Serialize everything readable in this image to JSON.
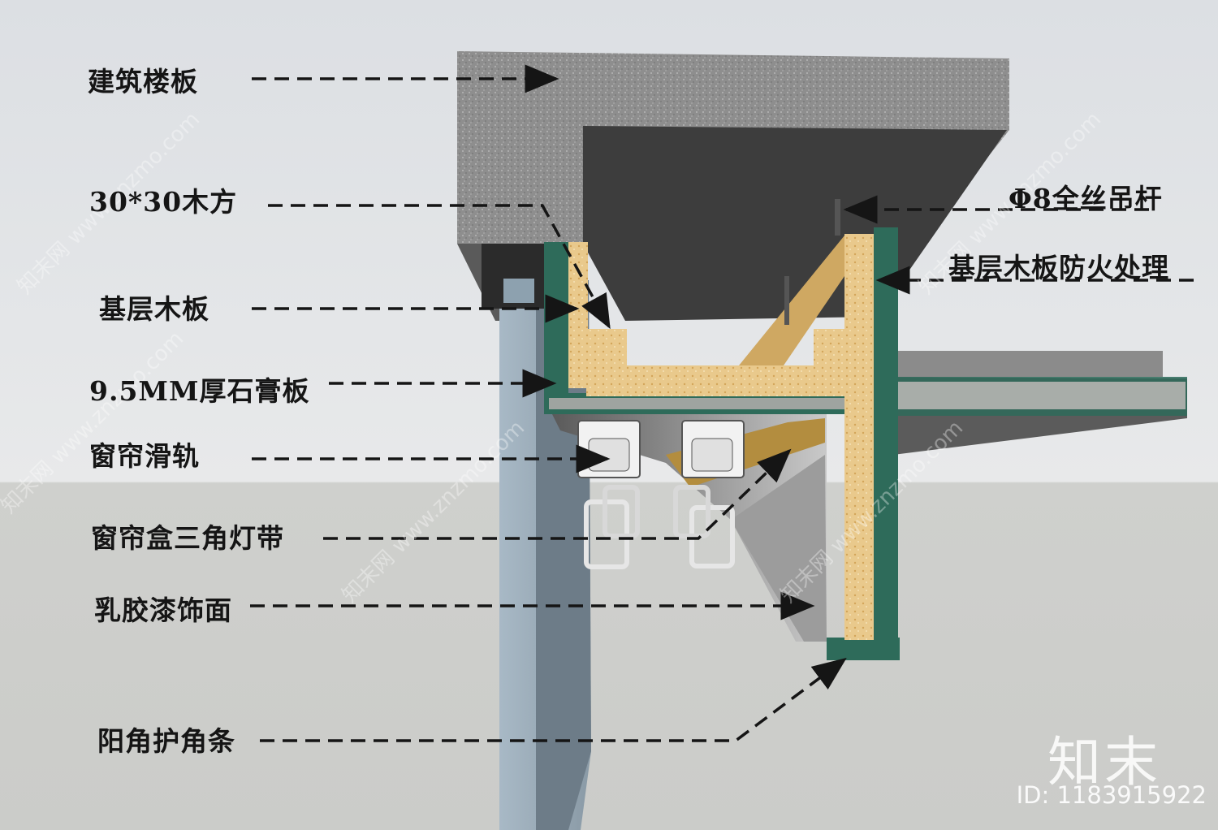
{
  "labels": {
    "floor_slab": "建筑楼板",
    "timber": "30*30木方",
    "base_board": "基层木板",
    "gypsum": "9.5MM厚石膏板",
    "track": "窗帘滑轨",
    "light_strip": "窗帘盒三角灯带",
    "latex": "乳胶漆饰面",
    "corner_strip": "阳角护角条",
    "rod": "Φ8全丝吊杆",
    "fireproof": "基层木板防火处理"
  },
  "brand": "知末",
  "image_id": "ID: 1183915922",
  "watermark": "知末网 www.znzmo.com",
  "colors": {
    "concrete": "#8f8f8f",
    "wood": "#e8c98a",
    "green_frame": "#2e6b5a",
    "arrow": "#151515"
  }
}
